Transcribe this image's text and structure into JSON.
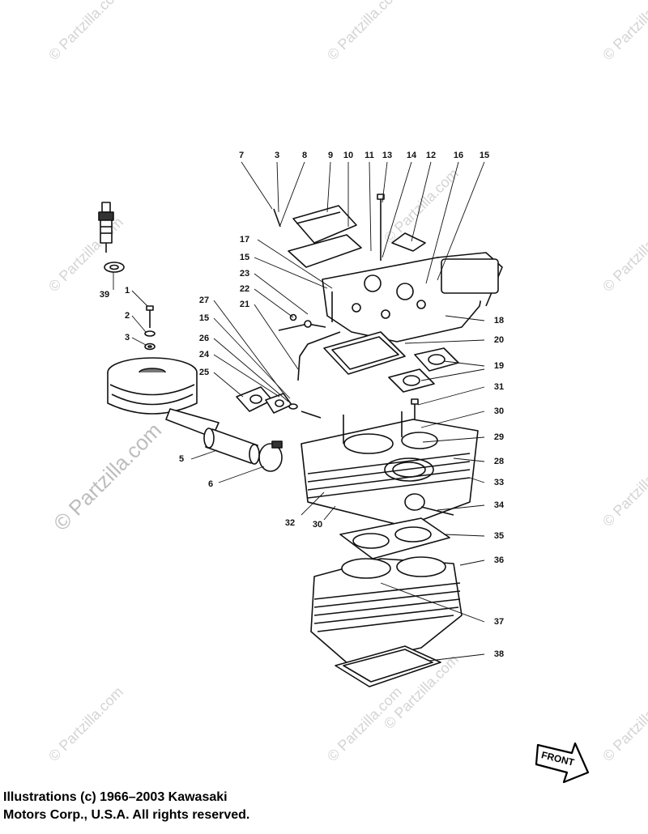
{
  "watermark": {
    "text": "© Partzilla.com"
  },
  "callouts": [
    "7",
    "3",
    "8",
    "9",
    "10",
    "11",
    "13",
    "14",
    "12",
    "16",
    "15",
    "17",
    "15",
    "23",
    "22",
    "21",
    "27",
    "15",
    "26",
    "24",
    "25",
    "1",
    "2",
    "3",
    "39",
    "5",
    "6",
    "18",
    "20",
    "19",
    "31",
    "30",
    "29",
    "28",
    "33",
    "32",
    "30",
    "34",
    "35",
    "36",
    "37",
    "38"
  ],
  "front_label": "FRONT",
  "copyright": {
    "line1": "Illustrations (c) 1966–2003 Kawasaki",
    "line2": "Motors Corp., U.S.A.  All rights reserved."
  }
}
